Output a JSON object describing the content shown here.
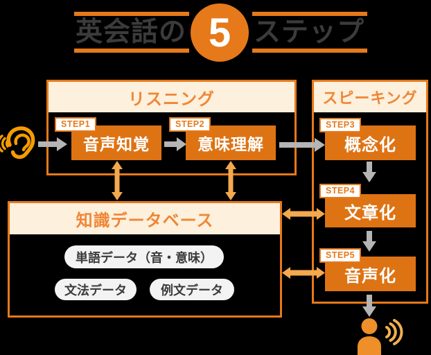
{
  "title": {
    "left": "英会話の",
    "number": "5",
    "right": "ステップ"
  },
  "listening": {
    "header": "リスニング",
    "steps": [
      {
        "tag": "STEP1",
        "label": "音声知覚"
      },
      {
        "tag": "STEP2",
        "label": "意味理解"
      }
    ]
  },
  "speaking": {
    "header": "スピーキング",
    "steps": [
      {
        "tag": "STEP3",
        "label": "概念化"
      },
      {
        "tag": "STEP4",
        "label": "文章化"
      },
      {
        "tag": "STEP5",
        "label": "音声化"
      }
    ]
  },
  "database": {
    "header": "知識データベース",
    "pills": [
      "単語データ（音・意味）",
      "文法データ",
      "例文データ"
    ]
  },
  "icons": {
    "ear": "ear-listening-icon",
    "speaker": "person-speaking-icon"
  },
  "colors": {
    "primary": "#e6791a",
    "box_fill": "#de7314",
    "header_bg": "#fdf0dc",
    "header_text": "#ef8636",
    "arrow_gray": "#b5b5b5",
    "arrow_light": "#f3a94e",
    "text_dark": "#3b3b3b",
    "pill_bg": "#f3f3f3",
    "ear": "#f59c00",
    "person": "#ee8f2a",
    "background": "#000000"
  }
}
